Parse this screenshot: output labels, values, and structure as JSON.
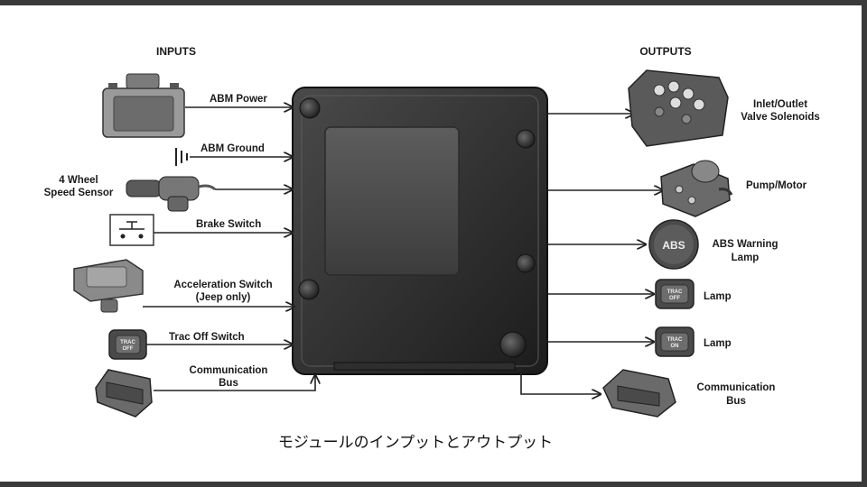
{
  "headers": {
    "inputs": "INPUTS",
    "outputs": "OUTPUTS"
  },
  "inputs": {
    "abm_power": "ABM Power",
    "abm_ground": "ABM Ground",
    "wheel_speed_line1": "4 Wheel",
    "wheel_speed_line2": "Speed Sensor",
    "brake_switch": "Brake Switch",
    "accel_line1": "Acceleration Switch",
    "accel_line2": "(Jeep only)",
    "trac_off_switch": "Trac Off Switch",
    "comm_bus_line1": "Communication",
    "comm_bus_line2": "Bus"
  },
  "outputs": {
    "valve_line1": "Inlet/Outlet",
    "valve_line2": "Valve Solenoids",
    "pump_motor": "Pump/Motor",
    "abs_lamp_line1": "ABS Warning",
    "abs_lamp_line2": "Lamp",
    "lamp1": "Lamp",
    "lamp2": "Lamp",
    "comm_bus_line1": "Communication",
    "comm_bus_line2": "Bus"
  },
  "icons": {
    "abs_badge": "ABS",
    "trac_off_top": "TRAC",
    "trac_off_bottom": "OFF",
    "trac_on_top": "TRAC",
    "trac_on_bottom": "ON"
  },
  "caption": "モジュールのインプットとアウトプット"
}
